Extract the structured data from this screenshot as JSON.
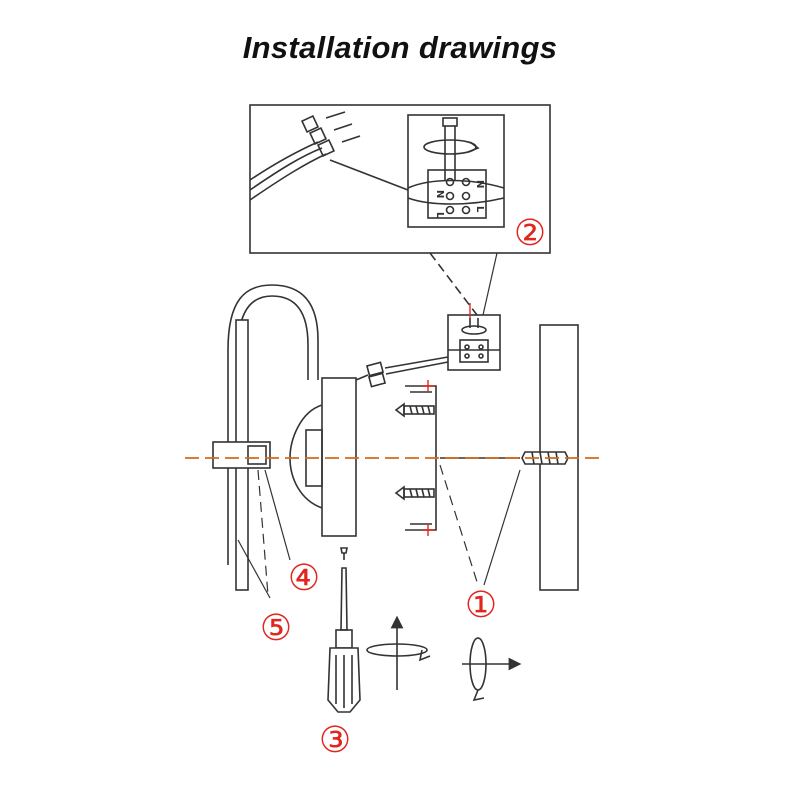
{
  "title": "Installation drawings",
  "terminal_letters": {
    "n": "N",
    "l": "L"
  },
  "callouts": [
    {
      "id": "1",
      "label": "①"
    },
    {
      "id": "2",
      "label": "②"
    },
    {
      "id": "3",
      "label": "③"
    },
    {
      "id": "4",
      "label": "④"
    },
    {
      "id": "5",
      "label": "⑤"
    }
  ],
  "colors": {
    "line": "#333333",
    "callout": "#e0261f",
    "center_line": "#d2691e",
    "background": "#ffffff"
  },
  "icons": [
    "screw-icon",
    "screwdriver-icon",
    "rotate-arrow-icon",
    "terminal-block-icon",
    "wall-plug-icon"
  ]
}
